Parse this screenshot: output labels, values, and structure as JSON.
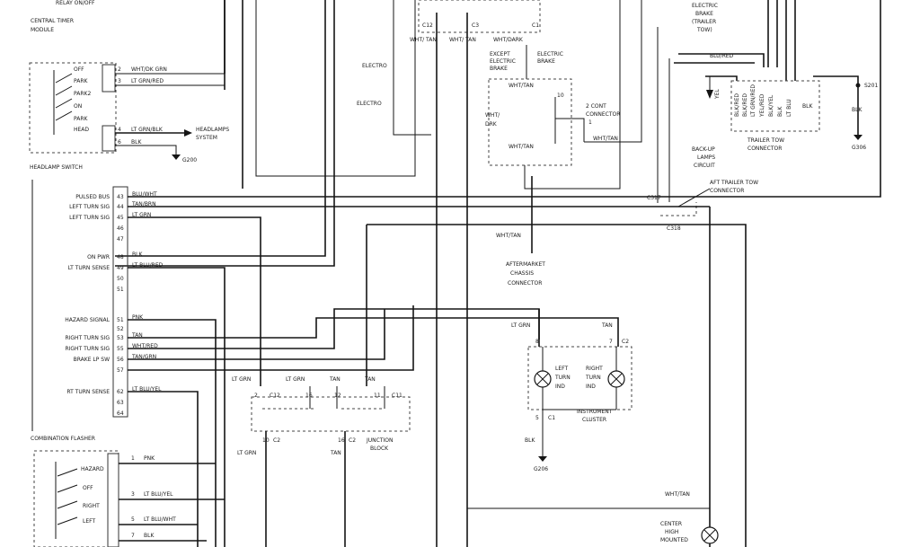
{
  "top_left": {
    "relay": "RELAY ON/OFF",
    "module": "CENTRAL TIMER",
    "module2": "MODULE"
  },
  "headlamp_switch": {
    "title": "HEADLAMP SWITCH",
    "positions": [
      "OFF",
      "PARK",
      "PARK2",
      "ON",
      "PARK",
      "HEAD"
    ],
    "wires": [
      {
        "pin": "2",
        "color": "WHT/DK GRN"
      },
      {
        "pin": "3",
        "color": "LT GRN/RED"
      },
      {
        "pin": "4",
        "color": "LT GRN/BLK"
      },
      {
        "pin": "6",
        "color": "BLK"
      }
    ],
    "ground": "G200",
    "headlamp_sys": "HEADLAMPS",
    "headlamp_sys2": "SYSTEM"
  },
  "center_labels": {
    "left_v": "ELECTRO",
    "right_v": "ELECTRO",
    "a": "WHT/ TAN",
    "b": "WHT/ TAN",
    "c12": "C12",
    "c3": "C3",
    "c1": "C1"
  },
  "brake_module": {
    "wire_top": "WHT/DARK",
    "except": "EXCEPT",
    "electric": "ELECTRIC",
    "brake": "BRAKE",
    "electric2": "ELECTRIC",
    "brake2": "BRAKE",
    "w1": "WHT/TAN",
    "w2": "WHT/TAN",
    "w3": "WHT/TAN",
    "pin1": "10",
    "pin2": "1",
    "connector": "2 CONT",
    "connector2": "CONNECTOR",
    "wht_d": "WHT/",
    "wht_d2": "DRK",
    "aft": "AFTERMARKET",
    "aft2": "CHASSIS",
    "aft3": "CONNECTOR",
    "wt": "WHT/TAN"
  },
  "trailer": {
    "top": "ELECTRIC",
    "top2": "BRAKE",
    "top3": "(TRAILER",
    "top4": "TOW)",
    "vert": [
      "BLU/RED",
      "YEL",
      "BLK/YEL"
    ],
    "pins": [
      "BLK/RED",
      "BLK/RED",
      "LT GRN/RED",
      "YEL/RED",
      "BLK/YEL",
      "BLK",
      "LT BLU",
      "BLK"
    ],
    "connector": "TRAILER TOW",
    "connector2": "CONNECTOR",
    "backup": "BACK-UP",
    "backup2": "LAMPS",
    "backup3": "CIRCUIT",
    "s": "S201",
    "g": "G306",
    "blk": "BLK",
    "c": "C317",
    "aft_tow": "AFT TRAILER TOW",
    "aft_tow2": "CONNECTOR",
    "c318": "C318"
  },
  "left_labels": [
    {
      "label": "PULSED BUS",
      "pin": "43",
      "color": "BLU/WHT"
    },
    {
      "label": "LEFT TURN SIG",
      "pin": "44",
      "color": "TAN/BRN"
    },
    {
      "label": "LEFT TURN SIG",
      "pin": "45",
      "color": "LT GRN"
    },
    {
      "label": "",
      "pin": "46",
      "color": ""
    },
    {
      "label": "",
      "pin": "47",
      "color": ""
    },
    {
      "label": "ON PWR",
      "pin": "48",
      "color": "BLK"
    },
    {
      "label": "LT TURN SENSE",
      "pin": "49",
      "color": "LT BLU/RED"
    },
    {
      "label": "",
      "pin": "50",
      "color": ""
    },
    {
      "label": "",
      "pin": "51",
      "color": ""
    },
    {
      "label": "HAZARD SIGNAL",
      "pin": "51",
      "color": "PNK"
    },
    {
      "label": "",
      "pin": "52",
      "color": ""
    },
    {
      "label": "RIGHT TURN SIG",
      "pin": "53",
      "color": "TAN"
    },
    {
      "label": "RIGHT TURN SIG",
      "pin": "55",
      "color": "WHT/RED"
    },
    {
      "label": "BRAKE LP SW",
      "pin": "56",
      "color": "TAN/GRN"
    },
    {
      "label": "",
      "pin": "57",
      "color": ""
    },
    {
      "label": "RT TURN SENSE",
      "pin": "62",
      "color": "LT BLU/YEL"
    },
    {
      "label": "",
      "pin": "63",
      "color": ""
    },
    {
      "label": "",
      "pin": "64",
      "color": ""
    }
  ],
  "combo_switch": {
    "title": "COMBINATION FLASHER",
    "hazard": "HAZARD",
    "off": "OFF",
    "right": "RIGHT",
    "left": "LEFT",
    "wires": [
      {
        "pin": "1",
        "color": "PNK"
      },
      {
        "pin": "3",
        "color": "LT BLU/YEL"
      },
      {
        "pin": "5",
        "color": "LT BLU/WHT"
      },
      {
        "pin": "7",
        "color": "BLK"
      }
    ]
  },
  "junction": {
    "title": "JUNCTION",
    "title2": "BLOCK",
    "top": [
      "LT GRN",
      "LT GRN",
      "TAN",
      "TAN"
    ],
    "pins": [
      "2",
      "C12",
      "16",
      "12",
      "11",
      "C11"
    ],
    "bottom": [
      "LT GRN",
      "TAN"
    ],
    "bpins": [
      "10",
      "C2",
      "16",
      "C2"
    ]
  },
  "cluster": {
    "title": "INSTRUMENT",
    "title2": "CLUSTER",
    "left": "LEFT",
    "left2": "TURN",
    "left3": "IND",
    "right": "RIGHT",
    "right2": "TURN",
    "right3": "IND",
    "w1": "LT GRN",
    "w2": "TAN",
    "p1": "8",
    "p2": "7",
    "c2": "C2",
    "p3": "5",
    "c1": "C1",
    "blk": "BLK",
    "g": "G206"
  },
  "bottom_right": {
    "w": "WHT/TAN",
    "lamp": "CENTER",
    "lamp2": "HIGH",
    "lamp3": "MOUNTED"
  }
}
